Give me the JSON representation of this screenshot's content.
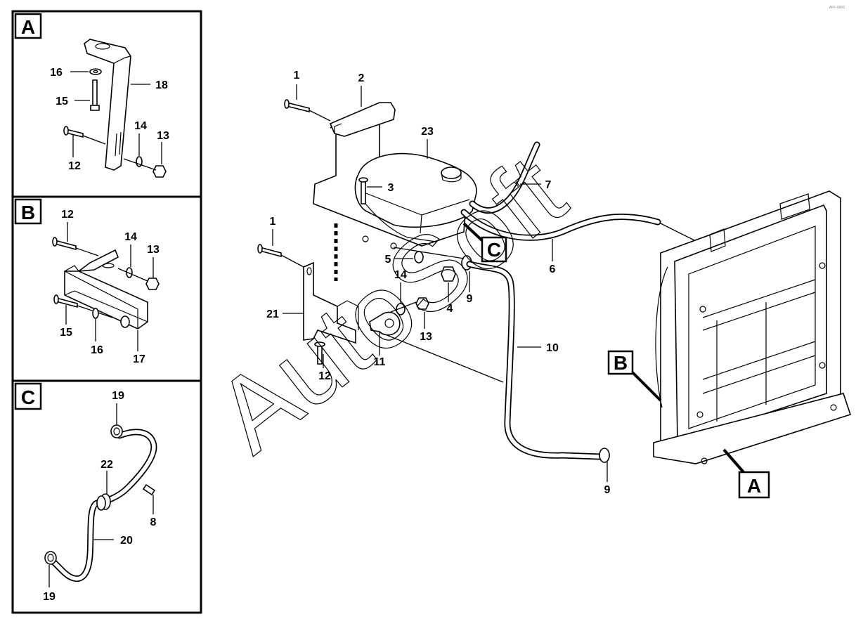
{
  "panels": [
    {
      "letter": "A"
    },
    {
      "letter": "B"
    },
    {
      "letter": "C"
    }
  ],
  "detail_refs": {
    "a": "A",
    "b": "B",
    "c": "C"
  },
  "callouts": {
    "panel_a": [
      "16",
      "15",
      "18",
      "14",
      "13",
      "12"
    ],
    "panel_b": [
      "12",
      "14",
      "13",
      "15",
      "16",
      "17"
    ],
    "panel_c": [
      "19",
      "22",
      "8",
      "20",
      "19"
    ],
    "main": [
      "1",
      "2",
      "23",
      "3",
      "7",
      "1",
      "5",
      "14",
      "13",
      "4",
      "9",
      "6",
      "21",
      "11",
      "12",
      "10",
      "9"
    ]
  },
  "watermark": "AutoSoft",
  "corner_mark": "AFF-0000"
}
